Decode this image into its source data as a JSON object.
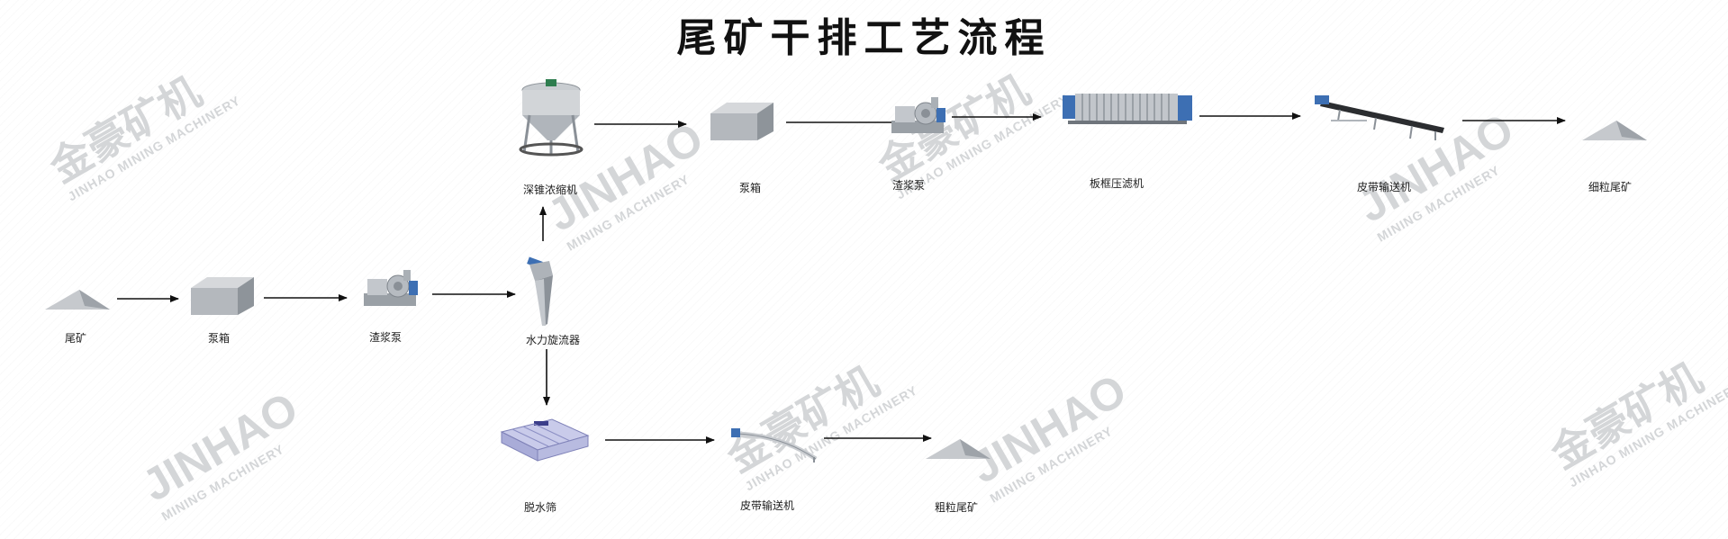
{
  "title": "尾矿干排工艺流程",
  "watermark": {
    "cn": "金豪矿机",
    "en_big": "JINHAO",
    "en_small": "MINING MACHINERY",
    "en_full": "JINHAO MINING MACHINERY"
  },
  "nodes": {
    "tailings": "尾矿",
    "pump_box_1": "泵箱",
    "slurry_pump_1": "渣浆泵",
    "hydrocyclone": "水力旋流器",
    "deep_cone_thickener": "深锥浓缩机",
    "pump_box_2": "泵箱",
    "slurry_pump_2": "渣浆泵",
    "filter_press": "板框压滤机",
    "belt_conveyor_1": "皮带输送机",
    "fine_tailings": "细粒尾矿",
    "dewatering_screen": "脱水筛",
    "belt_conveyor_2": "皮带输送机",
    "coarse_tailings": "粗粒尾矿"
  },
  "colors": {
    "arrow": "#111111",
    "watermark": "#d4d6d8",
    "equipment_gray": "#b9bcc0",
    "equipment_blue": "#3d6fb3"
  }
}
